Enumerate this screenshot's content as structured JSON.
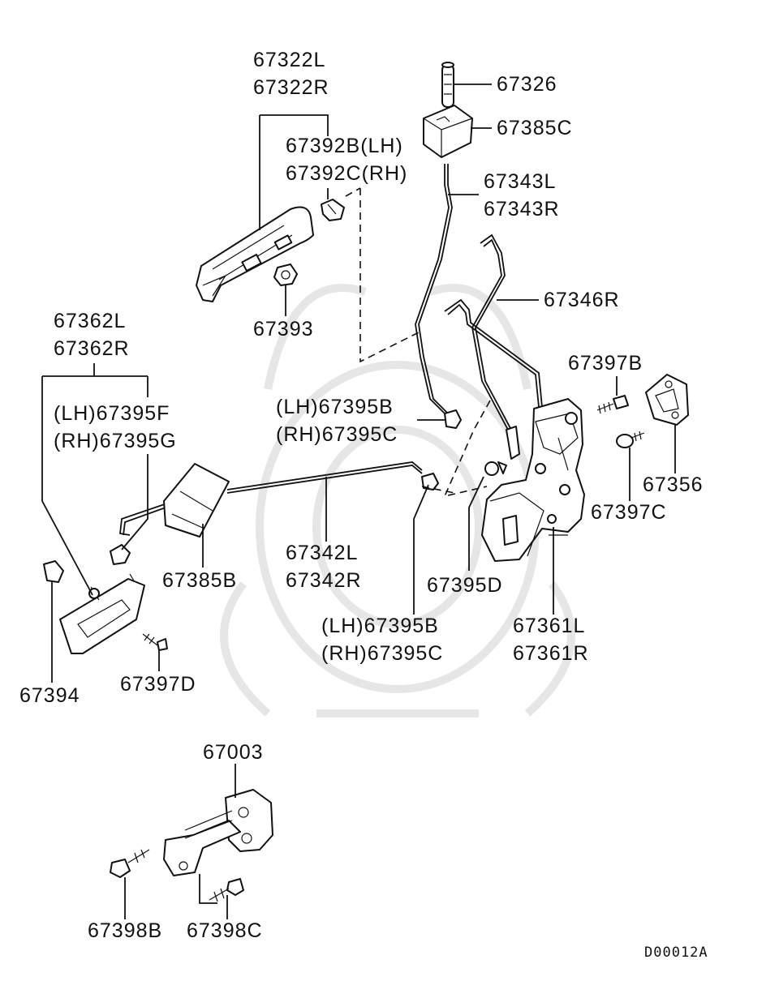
{
  "labels": {
    "p67322L": "67322L",
    "p67322R": "67322R",
    "p67392B": "67392B(LH)",
    "p67392C": "67392C(RH)",
    "p67393": "67393",
    "p67326": "67326",
    "p67385C": "67385C",
    "p67343L": "67343L",
    "p67343R": "67343R",
    "p67346R": "67346R",
    "p67362L": "67362L",
    "p67362R": "67362R",
    "p67395F": "(LH)67395F",
    "p67395G": "(RH)67395G",
    "p67395B_upper": "(LH)67395B",
    "p67395C_upper": "(RH)67395C",
    "p67397B": "67397B",
    "p67356": "67356",
    "p67397C": "67397C",
    "p67385B": "67385B",
    "p67342L": "67342L",
    "p67342R": "67342R",
    "p67395D": "67395D",
    "p67361L": "67361L",
    "p67361R": "67361R",
    "p67395B_lower": "(LH)67395B",
    "p67395C_lower": "(RH)67395C",
    "p67394": "67394",
    "p67397D": "67397D",
    "p67003": "67003",
    "p67398B": "67398B",
    "p67398C": "67398C"
  },
  "diagram_code": "D00012A"
}
